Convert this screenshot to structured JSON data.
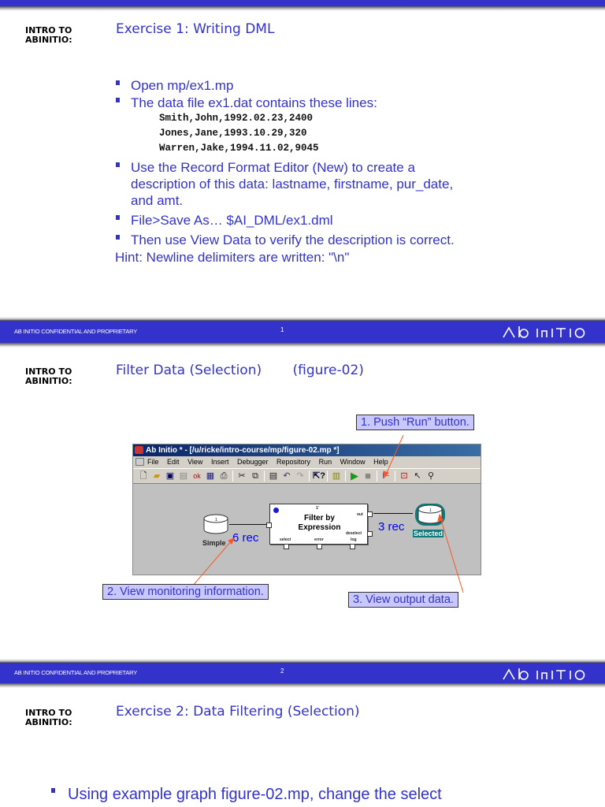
{
  "header": {
    "intro_label_line1": "INTRO TO",
    "intro_label_line2": "ABINITIO:"
  },
  "footer": {
    "confidential": "AB INITIO CONFIDENTIAL AND PROPRIETARY",
    "logo": "ᐱb IᥰITIO"
  },
  "colors": {
    "brand_blue": "#3333cc",
    "callout_bg": "#c8c8ff",
    "annotation_line": "#ff5522",
    "selected_teal": "#0e7a7a"
  },
  "slide1": {
    "title": "Exercise 1: Writing DML",
    "bullets": [
      "Open mp/ex1.mp",
      "The data file ex1.dat contains these lines:",
      "Use the Record Format Editor (New) to create a description of this data:  lastname, firstname, pur_date, and amt.",
      "File>Save As… $AI_DML/ex1.dml",
      "Then use View Data to verify the description is correct."
    ],
    "data_lines": [
      "Smith,John,1992.02.23,2400",
      "Jones,Jane,1993.10.29,320",
      "Warren,Jake,1994.11.02,9045"
    ],
    "hint": "Hint: Newline delimiters are written: \"\\n\"",
    "page_number": "1"
  },
  "slide2": {
    "title": "Filter Data (Selection)",
    "title_suffix": "(figure-02)",
    "page_number": "2",
    "screenshot": {
      "window_title": "Ab Initio * - [/u/ricke/intro-course/mp/figure-02.mp *]",
      "menu": [
        "File",
        "Edit",
        "View",
        "Insert",
        "Debugger",
        "Repository",
        "Run",
        "Window",
        "Help"
      ],
      "toolbar_icons": [
        "new-icon",
        "open-icon",
        "save-icon",
        "lock-icon",
        "check-icon",
        "grid-icon",
        "print-icon",
        "cut-icon",
        "copy-icon",
        "paste-icon",
        "undo-icon",
        "redo-icon",
        "help-icon",
        "edit-icon",
        "run-icon",
        "stop-icon",
        "phase-icon",
        "debug-icon",
        "pointer-icon",
        "zoom-icon"
      ],
      "graph": {
        "input_dataset": {
          "label": "Simple",
          "layout": "1"
        },
        "component": {
          "name_line1": "Filter by",
          "name_line2": "Expression",
          "layout": "1'",
          "ports": {
            "in": "",
            "out": "out",
            "deselect": "deselect",
            "select": "select",
            "error": "error",
            "log": "log"
          }
        },
        "output_dataset": {
          "label": "Selected",
          "layout": "1"
        },
        "input_count": "6 rec",
        "output_count": "3 rec"
      }
    },
    "callouts": [
      "1. Push “Run” button.",
      "2. View monitoring information.",
      "3. View output data."
    ]
  },
  "slide3": {
    "title": "Exercise 2: Data Filtering (Selection)",
    "bullets": [
      "Using example graph figure-02.mp, change the select"
    ]
  }
}
